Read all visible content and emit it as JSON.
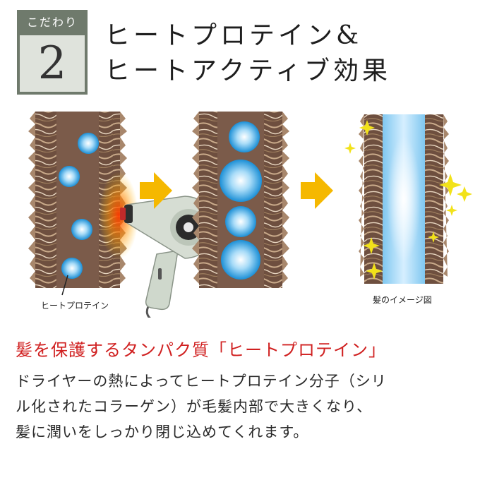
{
  "badge": {
    "label": "こだわり",
    "number": "2"
  },
  "title": {
    "line1": "ヒートプロテイン&",
    "line2": "ヒートアクティブ効果"
  },
  "diagram": {
    "protein_label": "ヒートプロテイン",
    "image_label": "髪のイメージ図",
    "colors": {
      "hair": "#7b5b4a",
      "cuticle": "#a8876c",
      "arrow": "#f5b800",
      "sparkle": "#f2e21a",
      "heat": "#ff4a00"
    }
  },
  "headline": "髪を保護するタンパク質「ヒートプロテイン」",
  "body": [
    "ドライヤーの熱によってヒートプロテイン分子（シリ",
    "ル化されたコラーゲン）が毛髪内部で大きくなり、",
    "髪に潤いをしっかり閉じ込めてくれます。"
  ]
}
